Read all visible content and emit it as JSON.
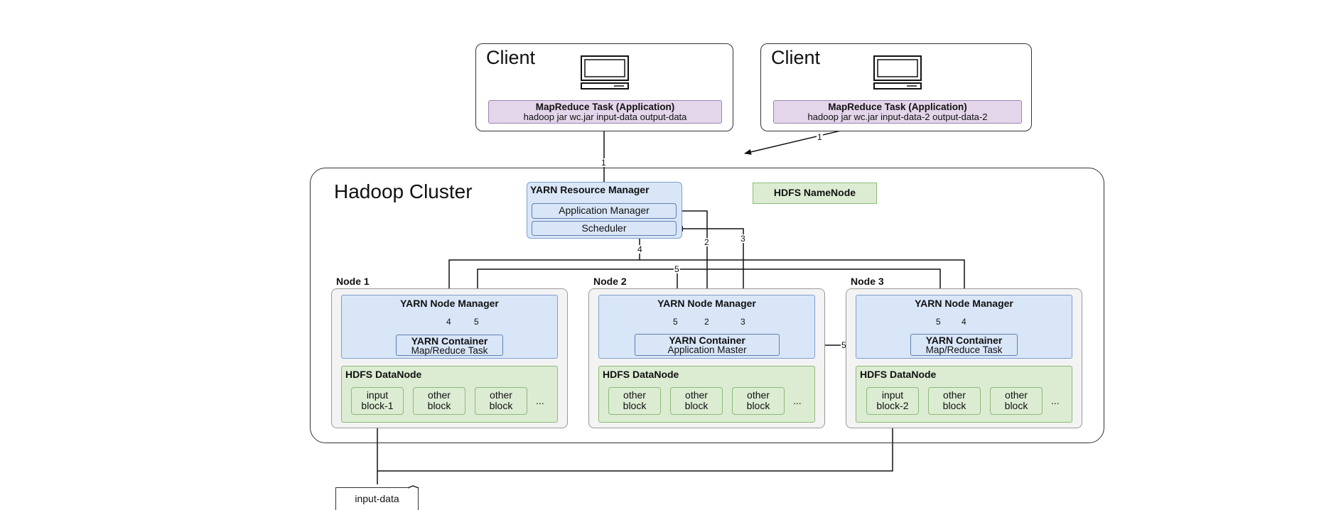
{
  "clients": [
    {
      "title": "Client",
      "app_title": "MapReduce Task (Application)",
      "command": "hadoop jar wc.jar input-data output-data"
    },
    {
      "title": "Client",
      "app_title": "MapReduce Task (Application)",
      "command": "hadoop jar wc.jar input-data-2 output-data-2"
    }
  ],
  "cluster": {
    "title": "Hadoop Cluster",
    "resource_manager": {
      "title": "YARN Resource Manager",
      "application_manager": "Application Manager",
      "scheduler": "Scheduler"
    },
    "namenode": "HDFS NameNode",
    "nodes": [
      {
        "label": "Node 1",
        "node_manager": "YARN Node Manager",
        "container_title": "YARN Container",
        "container_sub": "Map/Reduce Task",
        "datanode": "HDFS DataNode",
        "blocks": [
          [
            "input",
            "block-1"
          ],
          [
            "other",
            "block"
          ],
          [
            "other",
            "block"
          ]
        ],
        "more": "..."
      },
      {
        "label": "Node 2",
        "node_manager": "YARN Node Manager",
        "container_title": "YARN Container",
        "container_sub": "Application Master",
        "datanode": "HDFS DataNode",
        "blocks": [
          [
            "other",
            "block"
          ],
          [
            "other",
            "block"
          ],
          [
            "other",
            "block"
          ]
        ],
        "more": "..."
      },
      {
        "label": "Node 3",
        "node_manager": "YARN Node Manager",
        "container_title": "YARN Container",
        "container_sub": "Map/Reduce Task",
        "datanode": "HDFS DataNode",
        "blocks": [
          [
            "input",
            "block-2"
          ],
          [
            "other",
            "block"
          ],
          [
            "other",
            "block"
          ]
        ],
        "more": "..."
      }
    ]
  },
  "input_data": "input-data",
  "steps": {
    "s1": "1",
    "s2": "2",
    "s3": "3",
    "s4": "4",
    "s5": "5"
  }
}
